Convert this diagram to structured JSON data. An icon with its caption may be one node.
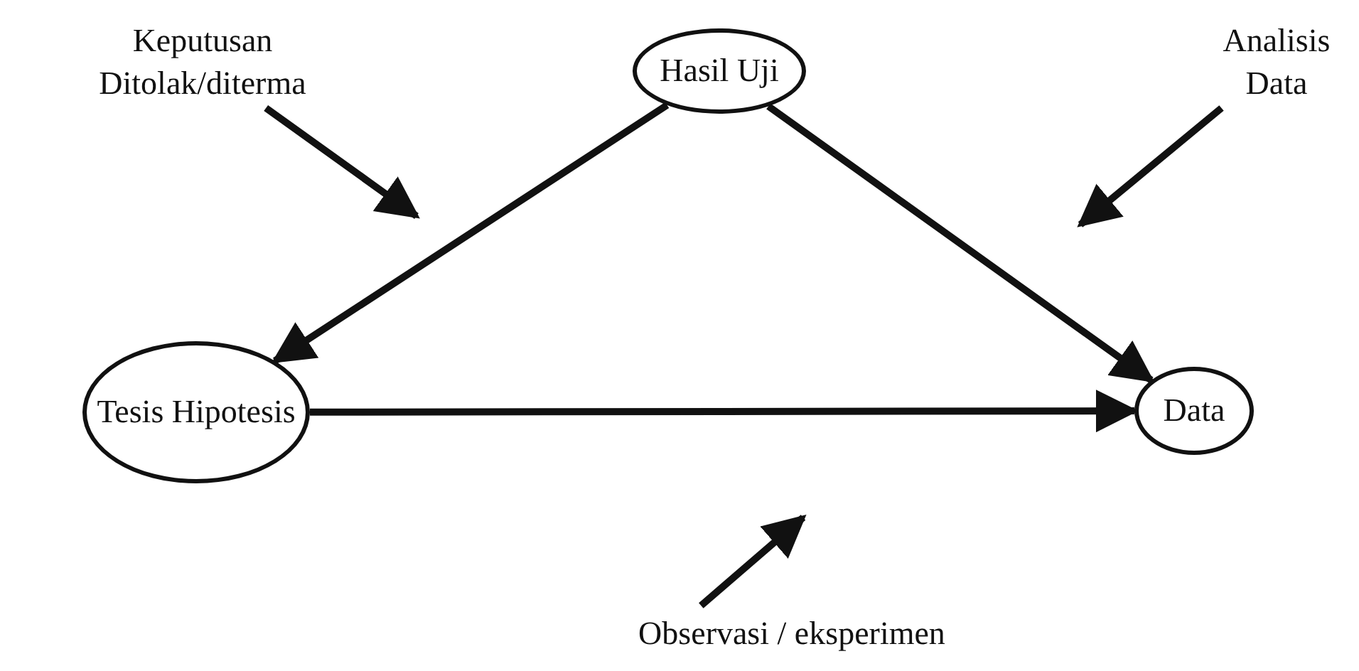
{
  "diagram": {
    "nodes": [
      {
        "text": [
          "Hasil Uji"
        ]
      },
      {
        "text": [
          "Keputusan Ditolak/diterma"
        ]
      },
      {
        "text": [
          "Analisis Data"
        ]
      },
      {
        "text": [
          "Tesis Hipotesis"
        ]
      },
      {
        "text": [
          "Data"
        ]
      },
      {
        "text": [
          "Observasi / eksperimen"
        ]
      }
    ],
    "edges": [
      {
        "from": 0,
        "to": 3,
        "arrow": "to"
      },
      {
        "from": 0,
        "to": 4,
        "arrow": "to"
      },
      {
        "from": 3,
        "to": 4,
        "arrow": "to"
      },
      {
        "from": 1,
        "to": null,
        "arrow": "to"
      },
      {
        "from": 2,
        "to": null,
        "arrow": "to"
      },
      {
        "from": 5,
        "to": null,
        "arrow": "to"
      }
    ]
  }
}
